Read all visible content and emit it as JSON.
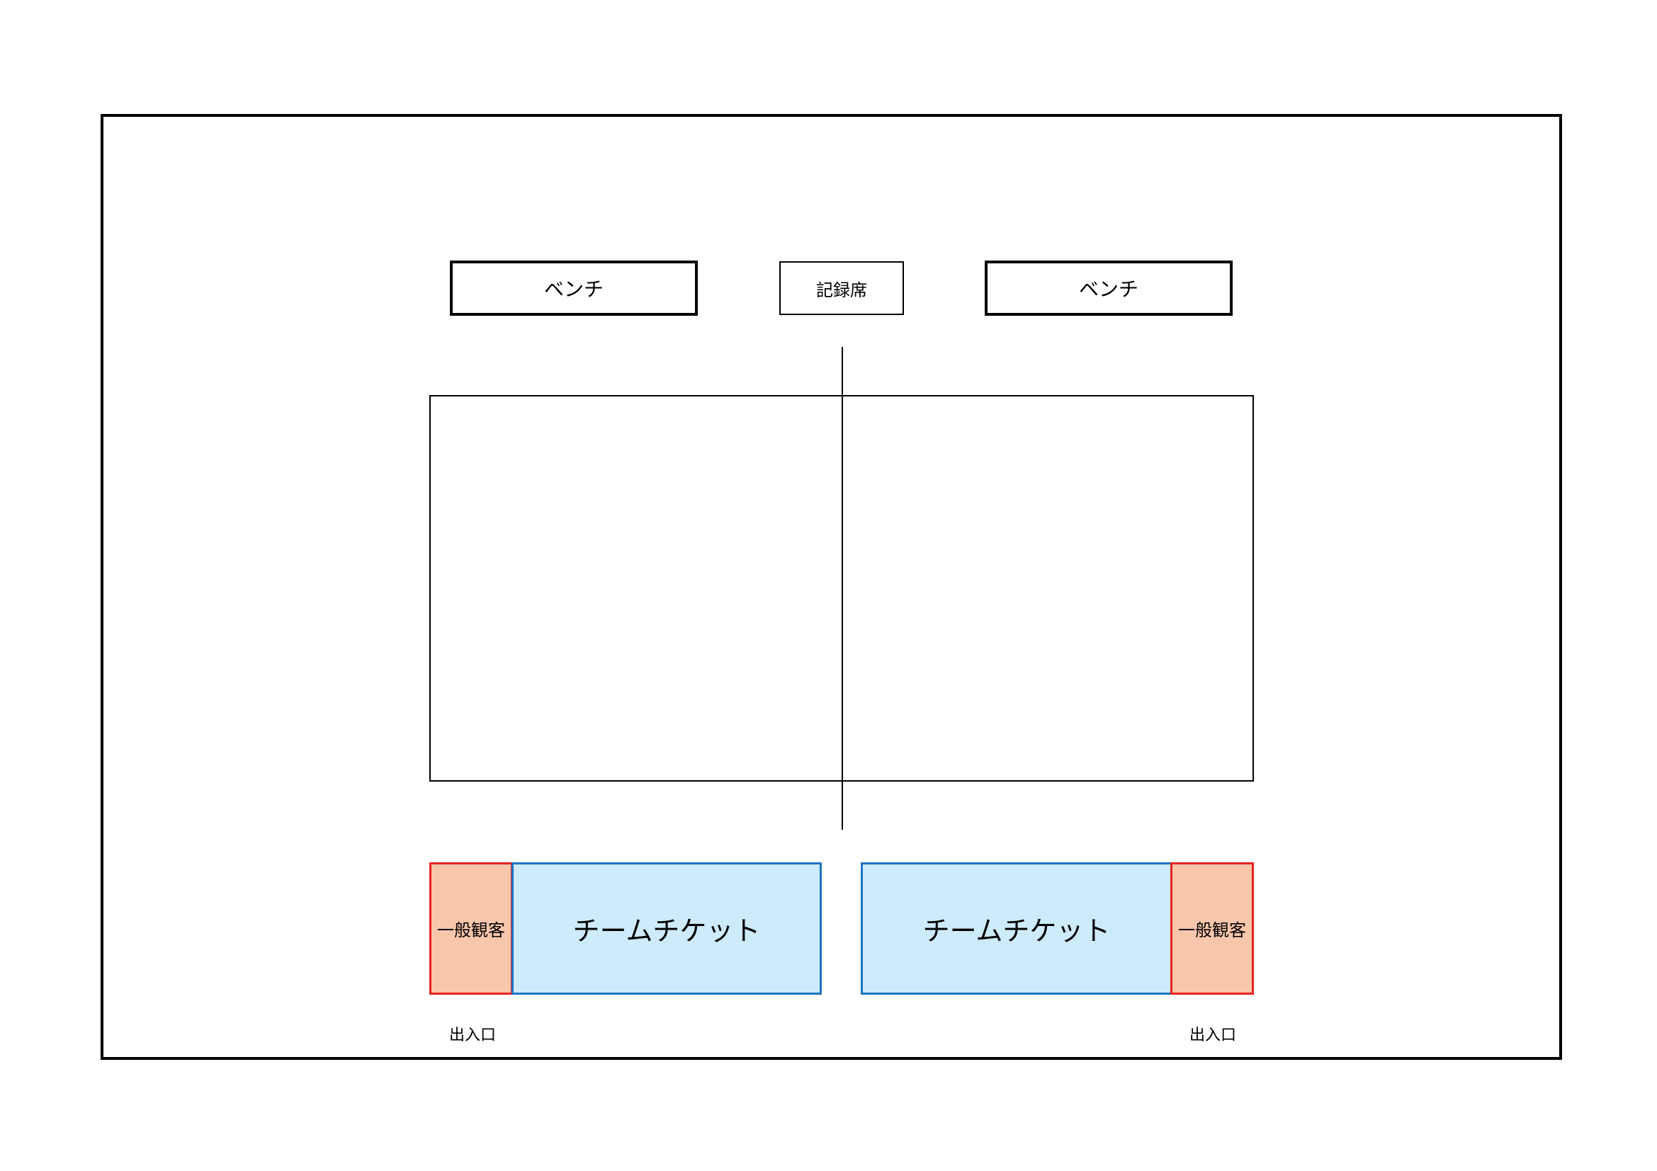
{
  "benches": {
    "left_label": "ベンチ",
    "right_label": "ベンチ"
  },
  "scorer_table": {
    "label": "記録席"
  },
  "seating": {
    "left_general_label": "一般観客",
    "left_team_label": "チームチケット",
    "right_team_label": "チームチケット",
    "right_general_label": "一般観客"
  },
  "entrances": {
    "left_label": "出入口",
    "right_label": "出入口"
  },
  "colors": {
    "team_fill": "#cdebfa",
    "team_border": "#1d74c2",
    "general_fill": "#f7c6ab",
    "general_border": "#e52222"
  }
}
